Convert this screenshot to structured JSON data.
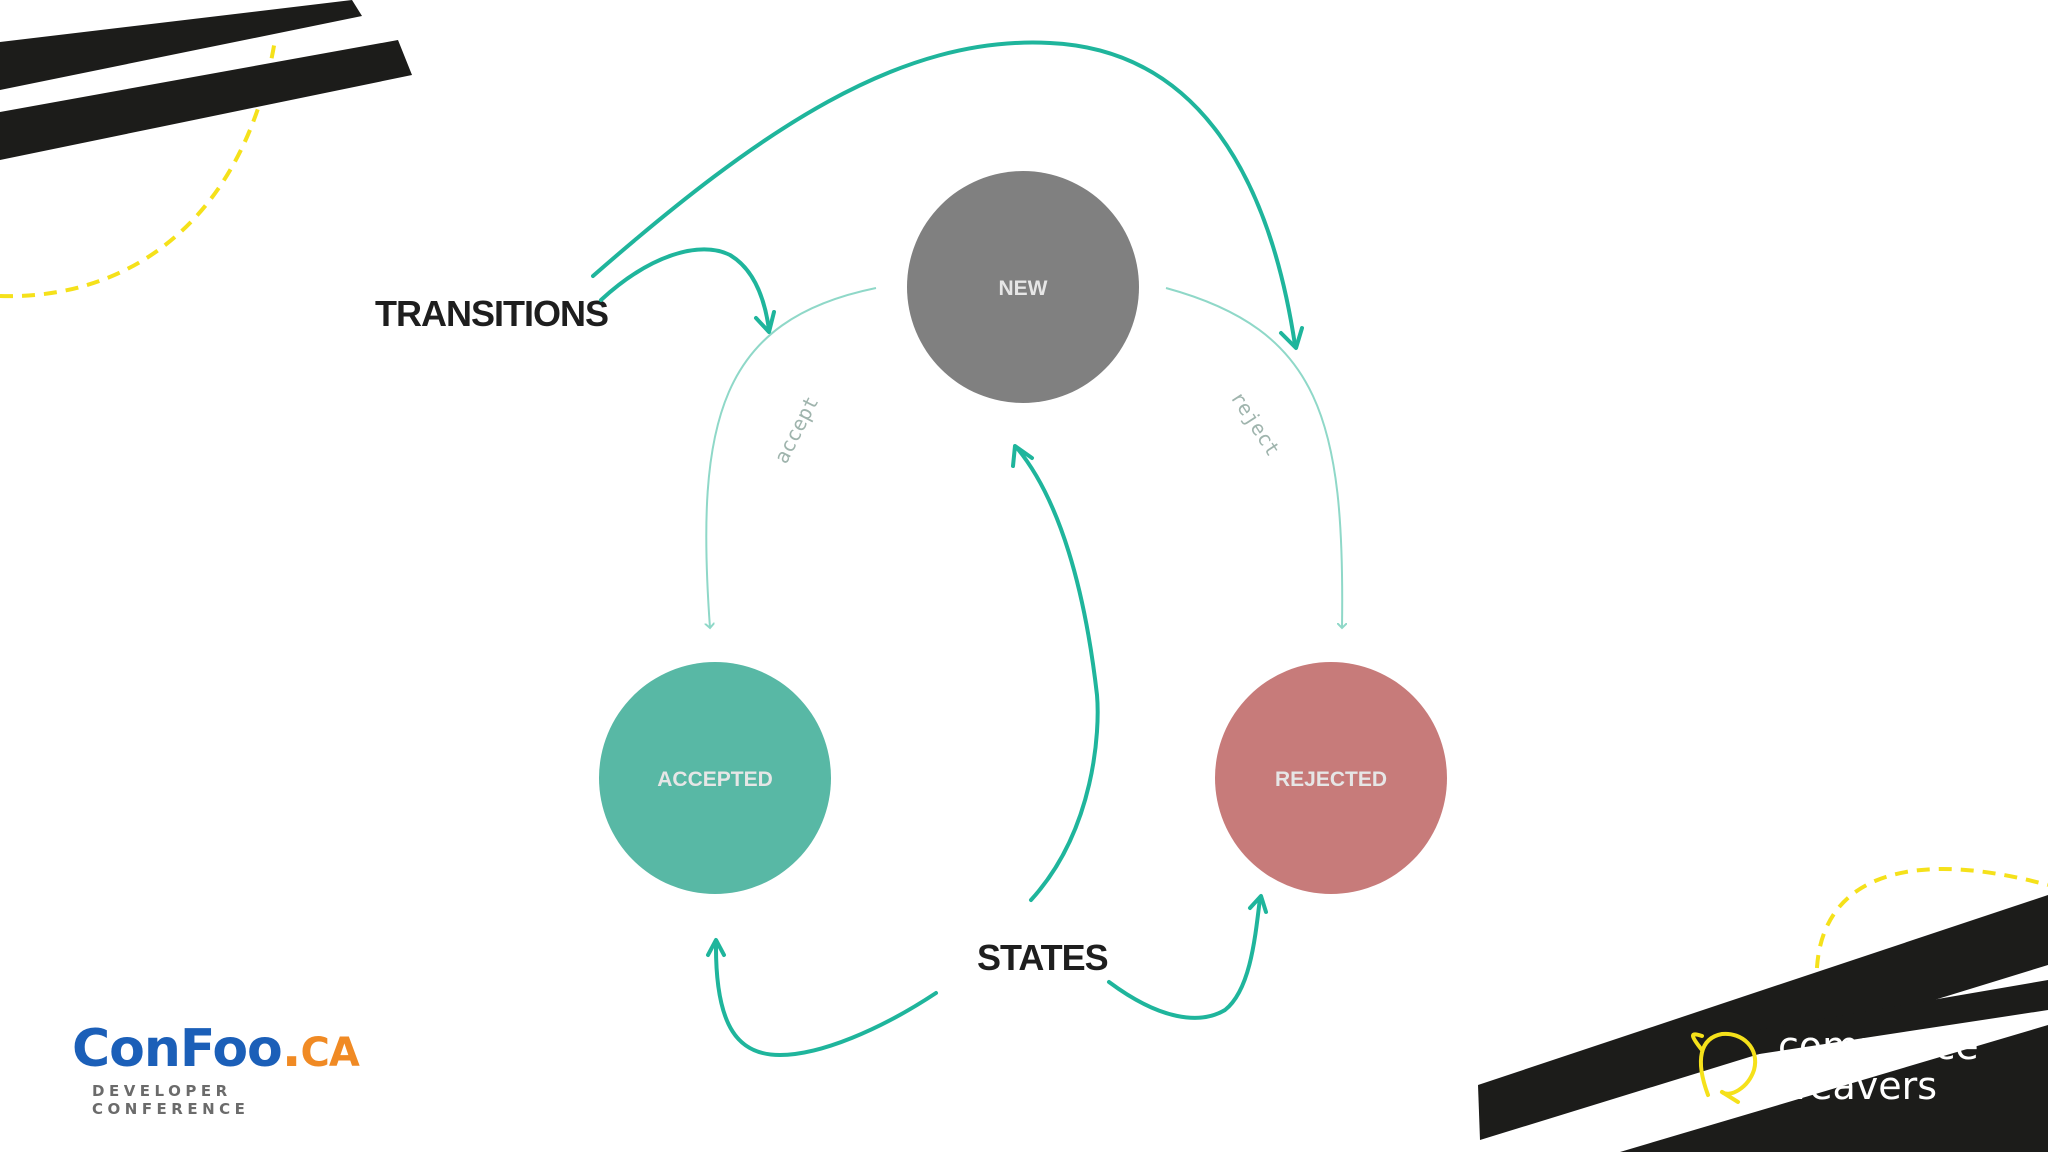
{
  "states": {
    "new": {
      "label": "NEW",
      "color": "#808080"
    },
    "accepted": {
      "label": "ACCEPTED",
      "color": "#58b8a5"
    },
    "rejected": {
      "label": "REJECTED",
      "color": "#c77b7a"
    }
  },
  "transitions": {
    "accept": "accept",
    "reject": "reject"
  },
  "callouts": {
    "transitions": "TRANSITIONS",
    "states": "STATES"
  },
  "logos": {
    "confoo_main": "ConFoo",
    "confoo_dot": ".",
    "confoo_ca": "CA",
    "confoo_tagline": "DEVELOPER CONFERENCE",
    "cw_line1": "commerce",
    "cw_line2": "weavers"
  },
  "colors": {
    "arrow": "#1fb59c",
    "edge": "#8fd8c8",
    "stripe": "#1c1c1a",
    "dash": "#f5e11a",
    "confoo_blue": "#1b5fb8",
    "confoo_orange": "#f08a24"
  }
}
